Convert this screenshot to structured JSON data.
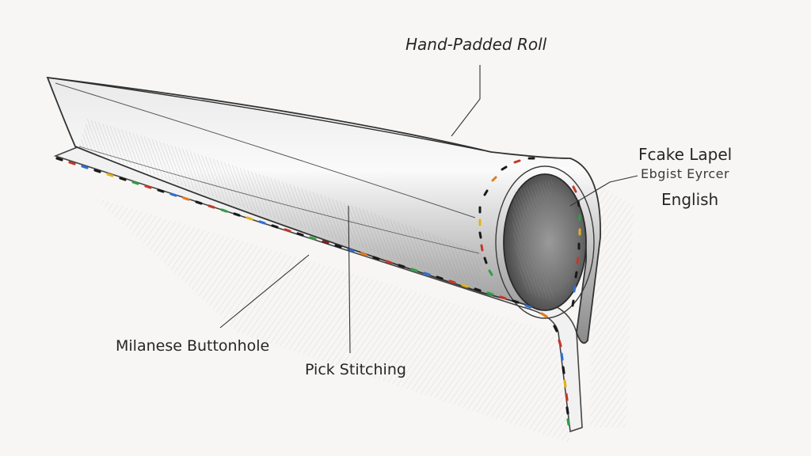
{
  "labels": {
    "hand_padded_roll": "Hand-Padded Roll",
    "fake_lapel": "Fcake Lapel",
    "scribble": "Ebgist Eyrcer",
    "english": "English",
    "milanese_buttonhole": "Milanese Buttonhole",
    "pick_stitching": "Pick Stitching"
  },
  "colors": {
    "ink": "#262626",
    "paper": "#f7f6f4",
    "stitch_palette": [
      "#1a1a1a",
      "#c0392b",
      "#2e6fd1",
      "#e3b21c",
      "#2f9e44",
      "#e07b20",
      "#7a1f1f"
    ]
  }
}
